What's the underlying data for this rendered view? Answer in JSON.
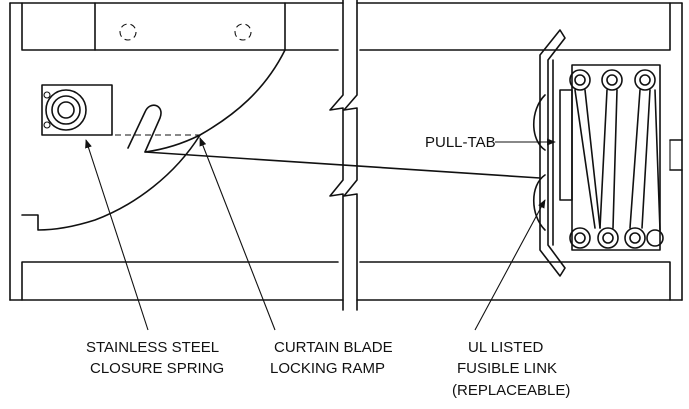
{
  "labels": {
    "pull_tab": "PULL-TAB",
    "closure_spring_line1": "STAINLESS STEEL",
    "closure_spring_line2": "CLOSURE SPRING",
    "locking_ramp_line1": "CURTAIN BLADE",
    "locking_ramp_line2": "LOCKING RAMP",
    "fusible_link_line1": "UL LISTED",
    "fusible_link_line2": "FUSIBLE LINK",
    "fusible_link_line3": "(REPLACEABLE)"
  }
}
